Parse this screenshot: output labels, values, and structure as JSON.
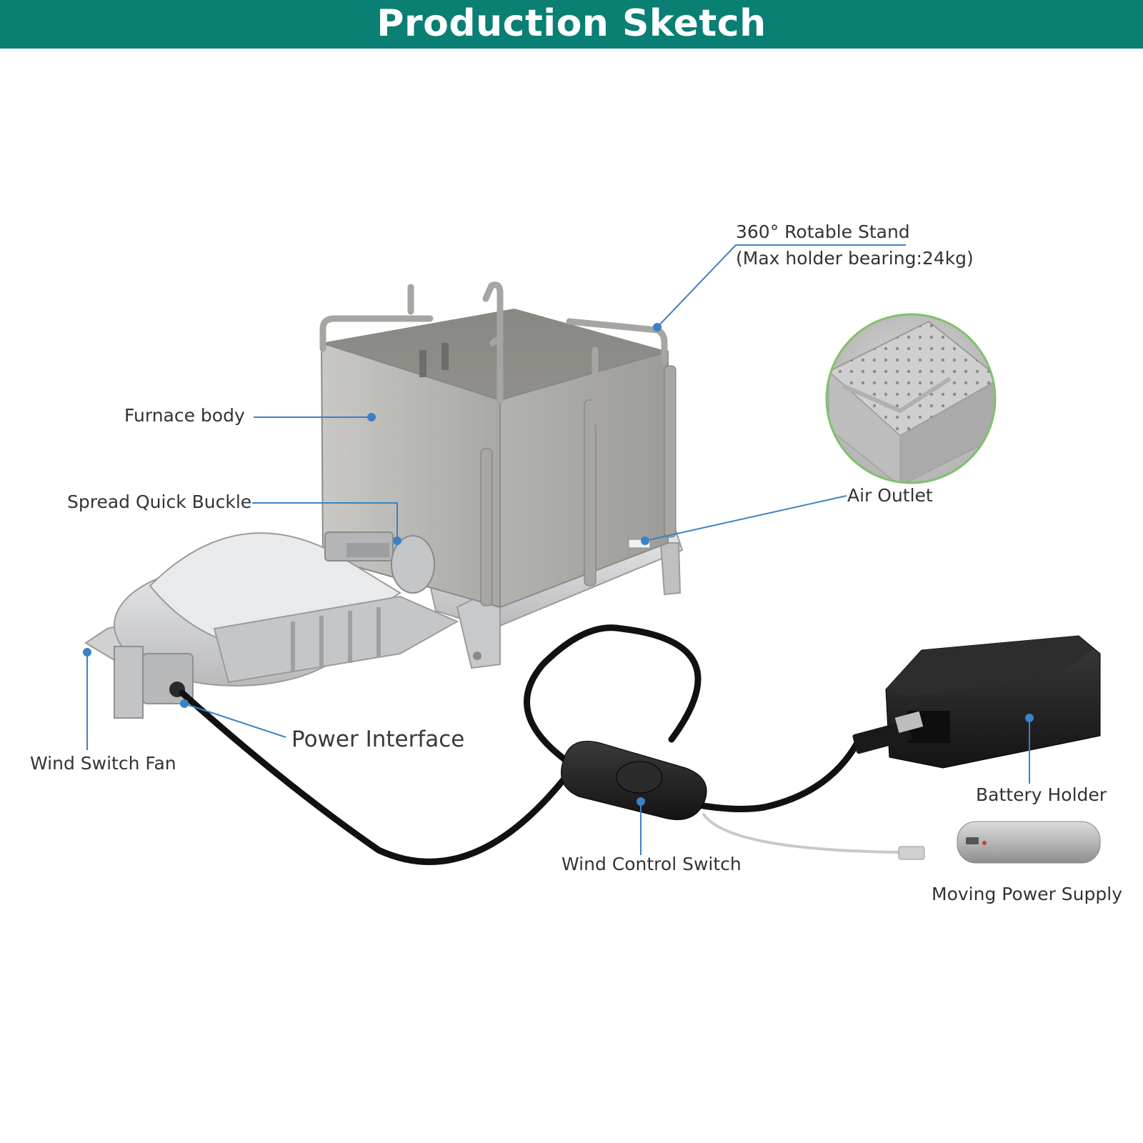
{
  "header": {
    "title": "Production Sketch"
  },
  "colors": {
    "banner": "#0a7f73",
    "callout_line": "#3b82c4",
    "inset_ring": "#7cc36a",
    "steel": "#b9b9b6",
    "aluminum": "#d8d9db",
    "plastic": "#1e1e1e"
  },
  "labels": {
    "rotatable_stand": "360° Rotable Stand",
    "holder_bearing": "(Max holder bearing:24kg)",
    "furnace_body": "Furnace body",
    "spread_quick_buckle": "Spread Quick Buckle",
    "air_outlet": "Air Outlet",
    "power_interface": "Power Interface",
    "wind_switch_fan": "Wind Switch Fan",
    "battery_holder": "Battery Holder",
    "wind_control_switch": "Wind Control Switch",
    "moving_power_supply": "Moving Power Supply"
  }
}
